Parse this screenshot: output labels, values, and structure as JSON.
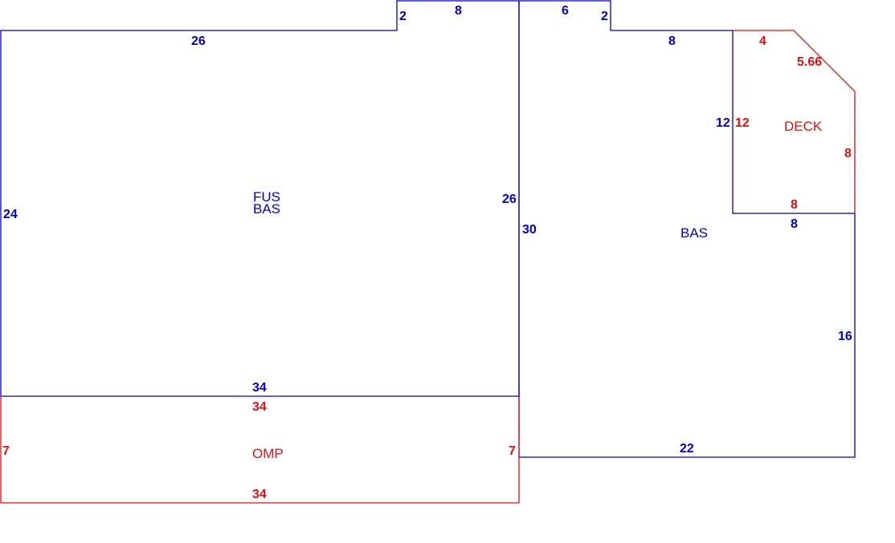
{
  "colors": {
    "blue": "#0000cc",
    "red": "#e01010"
  },
  "areas": {
    "fus": "FUS",
    "bas_left": "BAS",
    "bas_right": "BAS",
    "omp": "OMP",
    "deck": "DECK"
  },
  "dimensions": {
    "top_left": "26",
    "left": "24",
    "notch_left": "2",
    "notch_top": "8",
    "left_inner_right": "26",
    "left_bottom": "34",
    "center": "30",
    "right_notch_top": "6",
    "right_notch_side": "2",
    "right_top": "8",
    "deck_left_blue": "12",
    "deck_left_red": "12",
    "deck_top": "4",
    "deck_diag": "5.66",
    "deck_right": "8",
    "deck_bottom": "8",
    "bas_step": "8",
    "bas_right_side": "16",
    "bas_bottom": "22",
    "omp_top": "34",
    "omp_bottom": "34",
    "omp_left": "7",
    "omp_right": "7"
  }
}
